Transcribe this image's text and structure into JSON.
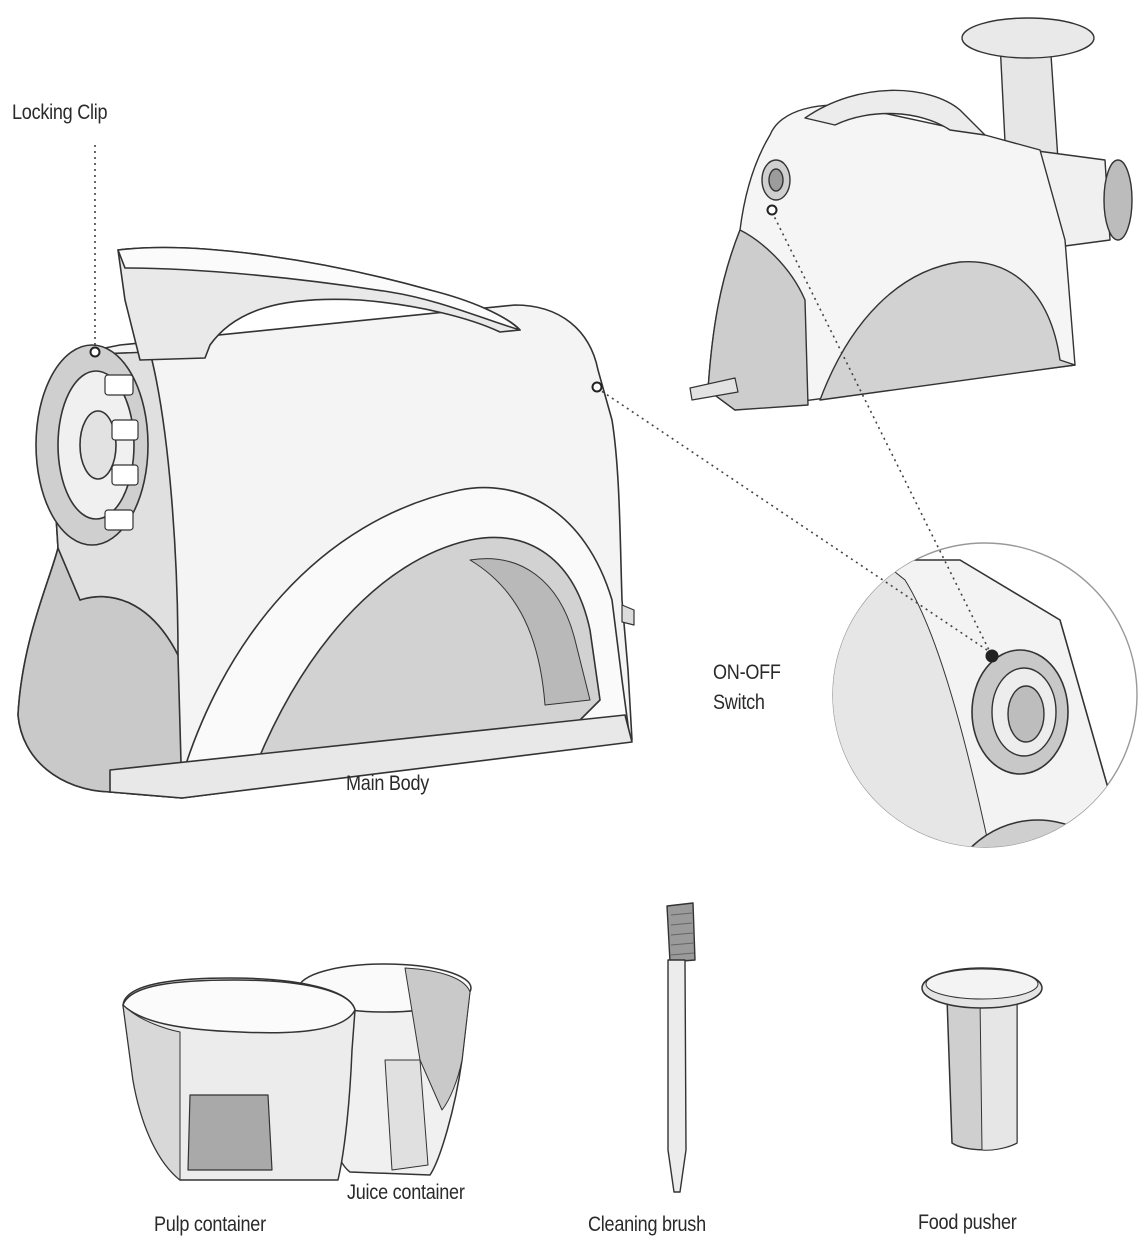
{
  "labels": {
    "locking_clip": "Locking Clip",
    "on_off_line1": "ON-OFF",
    "on_off_line2": "Switch",
    "main_body": "Main Body",
    "juice_container": "Juice container",
    "pulp_container": "Pulp container",
    "cleaning_brush": "Cleaning brush",
    "food_pusher": "Food pusher"
  },
  "colors": {
    "outline": "#333333",
    "body_fill": "#f4f4f4",
    "shade_light": "#e2e2e2",
    "shade_mid": "#c9c9c9",
    "shade_dark": "#a9a9a9",
    "leader": "#444444"
  }
}
